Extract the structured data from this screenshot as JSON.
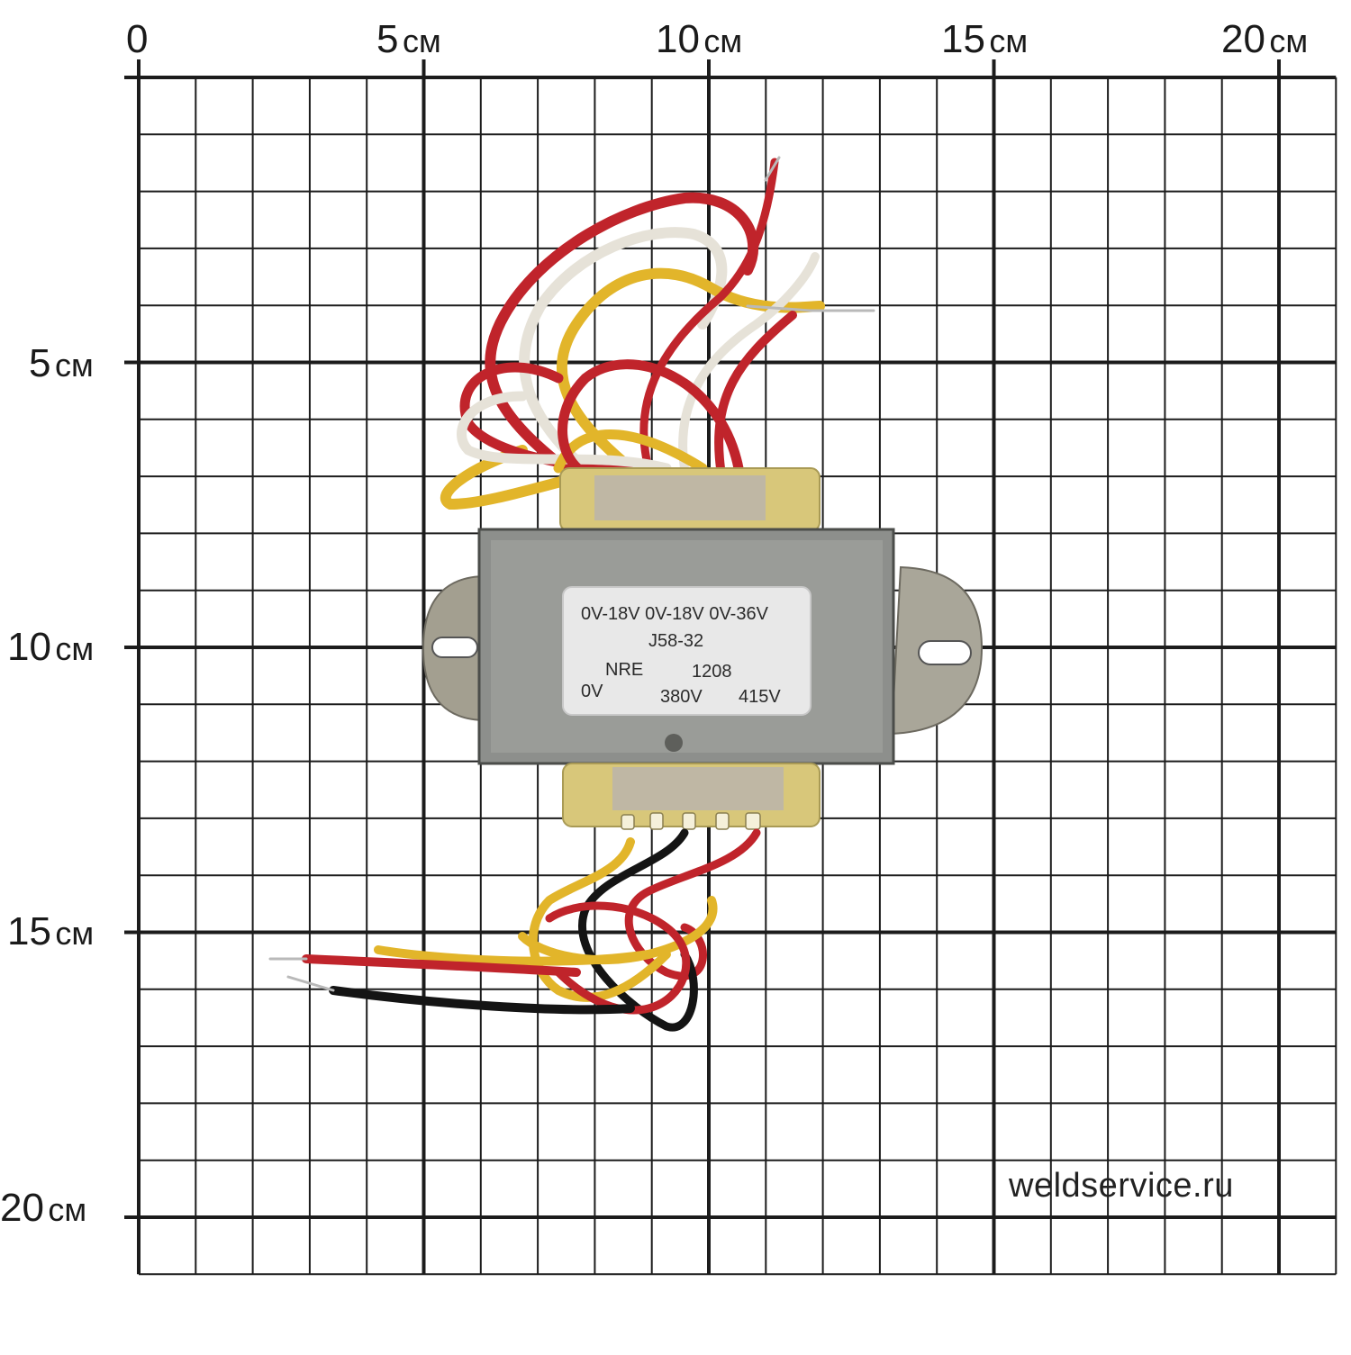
{
  "ruler": {
    "unit": "см",
    "top_values": [
      "0",
      "5",
      "10",
      "15",
      "20"
    ],
    "left_values": [
      "5",
      "10",
      "15",
      "20"
    ]
  },
  "nameplate": {
    "line1": "0V-18V  0V-18V  0V-36V",
    "line2": "J58-32",
    "line3_left": "NRE",
    "line3_right": "1208",
    "line4_a": "0V",
    "line4_b": "380V",
    "line4_c": "415V"
  },
  "watermark": "weldservice.ru",
  "colors": {
    "grid": "#1c1c1c",
    "housing": "#8d8f8c",
    "plate": "#e8e8e8",
    "wire_red": "#c0242b",
    "wire_yellow": "#e2b52a",
    "wire_white": "#e6e2d8",
    "wire_black": "#141414",
    "coil_yellow": "#d8c77a"
  }
}
